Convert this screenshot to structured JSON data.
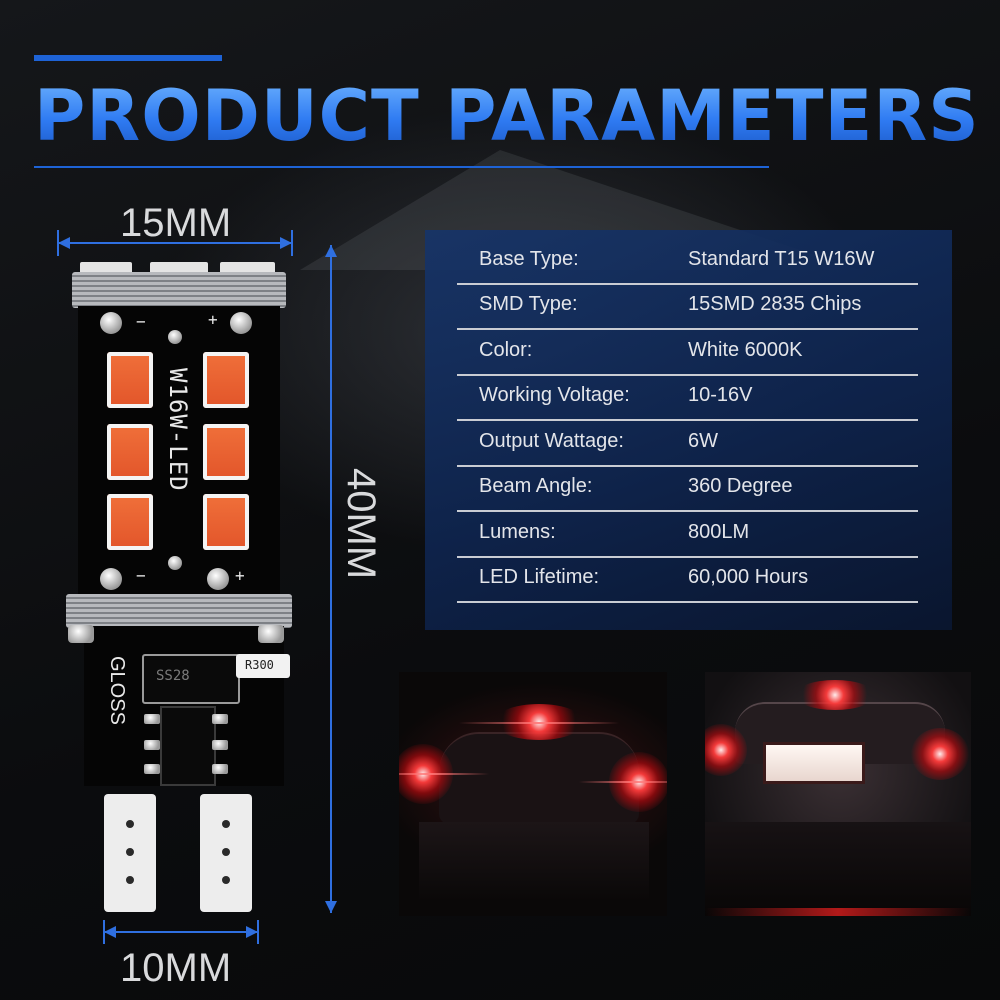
{
  "title": "PRODUCT PARAMETERS",
  "dimensions": {
    "width_top": "15MM",
    "height": "40MM",
    "width_bottom": "10MM"
  },
  "bulb": {
    "chip_text": "W16W-LED",
    "brand_text": "GLOSS",
    "diode_text": "SS28",
    "resistor_text": "R300",
    "plus_sign": "+",
    "minus_sign": "−"
  },
  "specs": [
    {
      "label": "Base Type:",
      "value": "Standard T15 W16W"
    },
    {
      "label": "SMD Type:",
      "value": "15SMD 2835 Chips"
    },
    {
      "label": "Color:",
      "value": "White 6000K"
    },
    {
      "label": "Working Voltage:",
      "value": "10-16V"
    },
    {
      "label": "Output Wattage:",
      "value": "6W"
    },
    {
      "label": "Beam Angle:",
      "value": "360 Degree"
    },
    {
      "label": "Lumens:",
      "value": "800LM"
    },
    {
      "label": "LED Lifetime:",
      "value": "60,000 Hours"
    }
  ],
  "colors": {
    "accent_blue": "#2f7bf2",
    "panel_blue": "#163469",
    "chip_orange": "#e85a2c",
    "tail_red": "#e01418"
  }
}
